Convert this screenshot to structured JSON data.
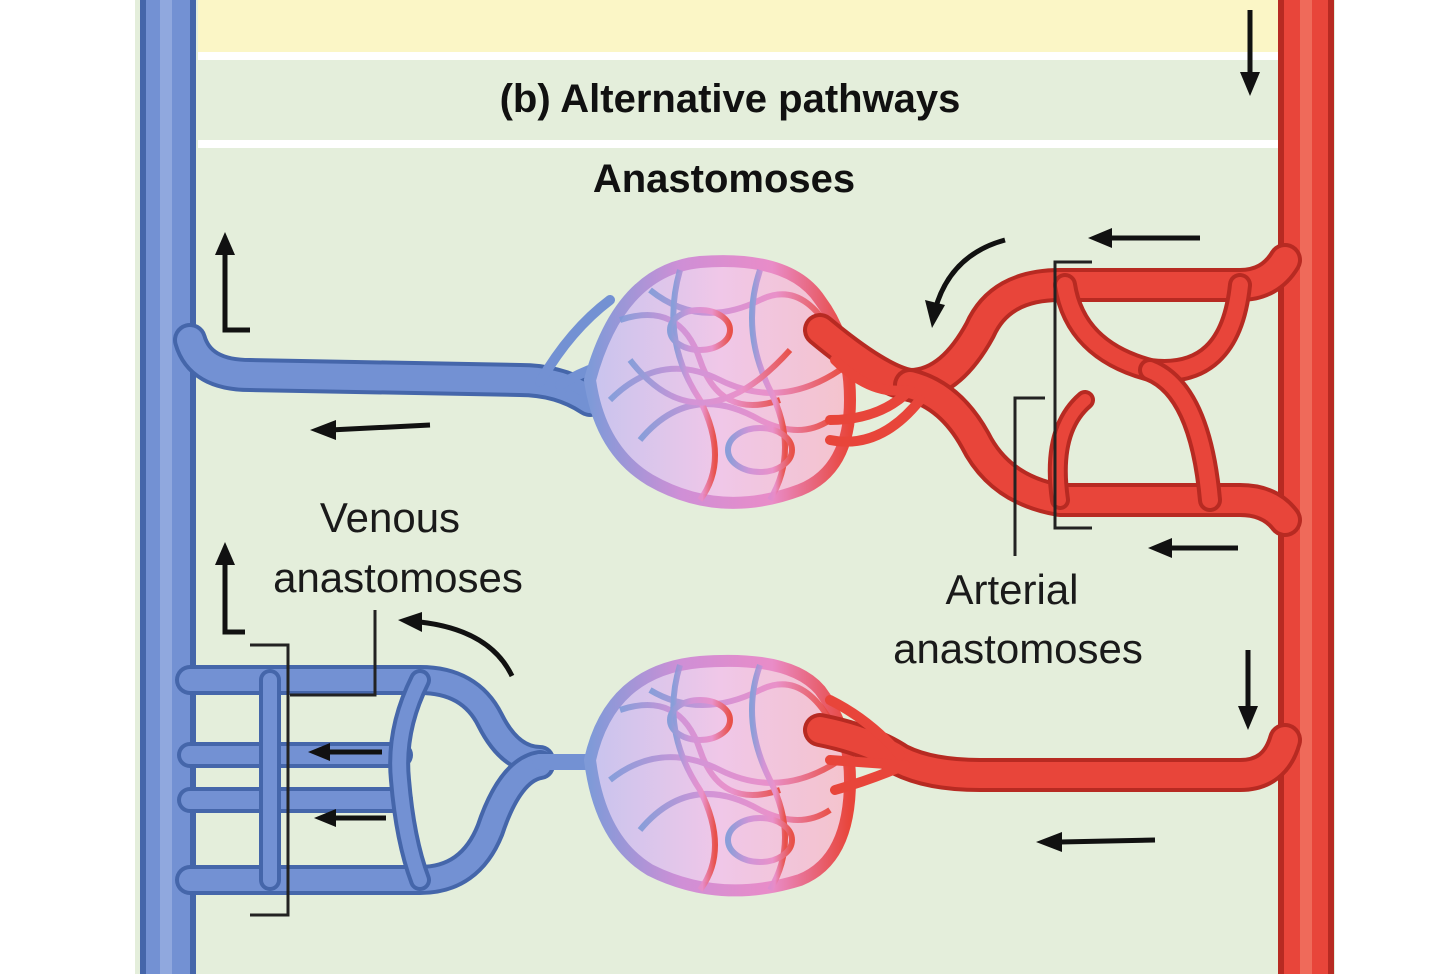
{
  "header": {
    "panel_title": "(b) Alternative pathways",
    "section_title": "Anastomoses"
  },
  "labels": {
    "venous_line1": "Venous",
    "venous_line2": "anastomoses",
    "arterial_line1": "Arterial",
    "arterial_line2": "anastomoses"
  },
  "colors": {
    "panel_background": "#e4eedb",
    "top_band": "#fbf6c6",
    "vein": "#6f8fce",
    "vein_dark": "#4566aa",
    "artery": "#e8453a",
    "artery_dark": "#b72a22",
    "capillary": "#d98ccf"
  }
}
